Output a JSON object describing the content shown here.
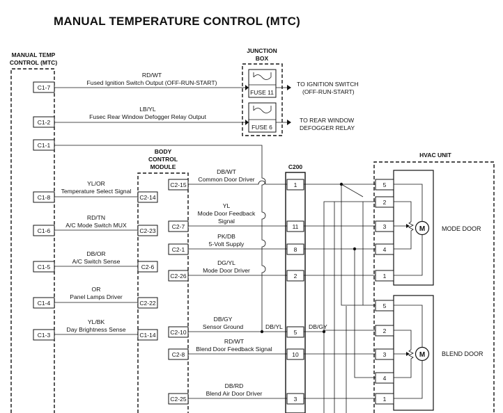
{
  "title": "MANUAL TEMPERATURE CONTROL (MTC)",
  "components": {
    "mtc": [
      "MANUAL TEMP",
      "CONTROL (MTC)"
    ],
    "junction_box": [
      "JUNCTION",
      "BOX"
    ],
    "bcm": [
      "BODY",
      "CONTROL",
      "MODULE"
    ],
    "c200": "C200",
    "hvac": "HVAC UNIT",
    "mode_door": "MODE DOOR",
    "blend_door": "BLEND DOOR",
    "motor_symbol": "M"
  },
  "fuses": {
    "fuse11": "FUSE 11",
    "fuse6": "FUSE 6"
  },
  "destinations": {
    "ignition": [
      "TO IGNITION SWITCH",
      "(OFF-RUN-START)"
    ],
    "defogger": [
      "TO REAR WINDOW",
      "DEFOGGER RELAY"
    ]
  },
  "circuits": {
    "c1_7": {
      "pin": "C1-7",
      "color": "RD/WT",
      "desc": "Fused Ignition Switch Output (OFF-RUN-START)"
    },
    "c1_2": {
      "pin": "C1-2",
      "color": "LB/YL",
      "desc": "Fusec Rear Window Defogger Relay Output"
    },
    "c1_1": {
      "pin": "C1-1"
    },
    "c1_8": {
      "pin": "C1-8",
      "bcm_pin": "C2-14",
      "color": "YL/OR",
      "desc": "Temperature Select Signal"
    },
    "c1_6": {
      "pin": "C1-6",
      "bcm_pin": "C2-23",
      "color": "RD/TN",
      "desc": "A/C Mode Switch MUX"
    },
    "c1_5": {
      "pin": "C1-5",
      "bcm_pin": "C2-6",
      "color": "DB/OR",
      "desc": "A/C Switch Sense"
    },
    "c1_4": {
      "pin": "C1-4",
      "bcm_pin": "C2-22",
      "color": "OR",
      "desc": "Panel Lamps Driver"
    },
    "c1_3": {
      "pin": "C1-3",
      "bcm_pin": "C1-14",
      "color": "YL/BK",
      "desc": "Day Brightness Sense"
    },
    "c2_15": {
      "pin": "C2-15",
      "color": "DB/WT",
      "desc": "Common Door Driver",
      "c200": "1",
      "hvac": "5"
    },
    "c2_7": {
      "pin": "C2-7",
      "color": "YL",
      "desc": [
        "Mode Door Feedback",
        "Signal"
      ],
      "c200": "11",
      "hvac": "3"
    },
    "c2_1": {
      "pin": "C2-1",
      "color": "PK/DB",
      "desc": "5-Volt Supply",
      "c200": "8",
      "hvac": "4"
    },
    "c2_26": {
      "pin": "C2-26",
      "color": "DG/YL",
      "desc": "Mode Door Driver",
      "c200": "2",
      "hvac": "1"
    },
    "c2_10": {
      "pin": "C2-10",
      "color": "DB/GY",
      "desc": "Sensor Ground",
      "c200": "5",
      "hvac": "2"
    },
    "c2_8": {
      "pin": "C2-8",
      "color": "RD/WT",
      "desc": "Blend Door Feedback Signal",
      "c200": "10",
      "hvac": "3"
    },
    "c2_25": {
      "pin": "C2-25",
      "color": "DB/RD",
      "desc": "Blend Air Door Driver",
      "c200": "3",
      "hvac": "1"
    }
  },
  "splice_labels": {
    "left": "DB/YL",
    "right": "DB/GY"
  },
  "mode_door_pins": [
    "5",
    "2",
    "3",
    "4",
    "1"
  ],
  "blend_door_pins": [
    "5",
    "2",
    "3",
    "4",
    "1"
  ]
}
